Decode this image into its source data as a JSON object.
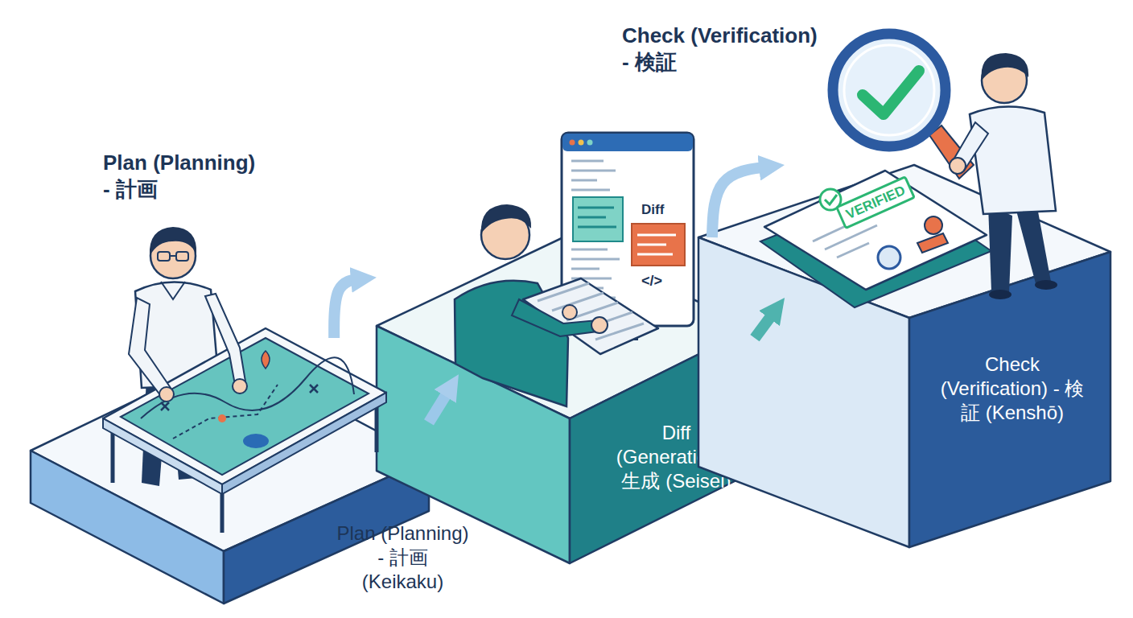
{
  "diagram": {
    "nodes": [
      {
        "text": [
          "Plan (Planning) - 計画 (Keikaku)"
        ]
      },
      {
        "text": [
          "Diff (Generation) - 生成 (Seisei)"
        ]
      },
      {
        "text": [
          "Check (Verification) - 検証 (Kenshō)"
        ]
      }
    ],
    "edges": [
      {
        "from": 0,
        "to": 1,
        "arrow": "to"
      },
      {
        "from": 0,
        "to": 1,
        "arrow": "to"
      },
      {
        "from": 1,
        "to": 2,
        "arrow": "to"
      },
      {
        "from": 1,
        "to": 2,
        "arrow": "to"
      }
    ],
    "labels": [
      "Plan (Planning) - 計画",
      "Check (Verification) - 検証",
      "Diff",
      "</>",
      "VERIFIED"
    ]
  }
}
